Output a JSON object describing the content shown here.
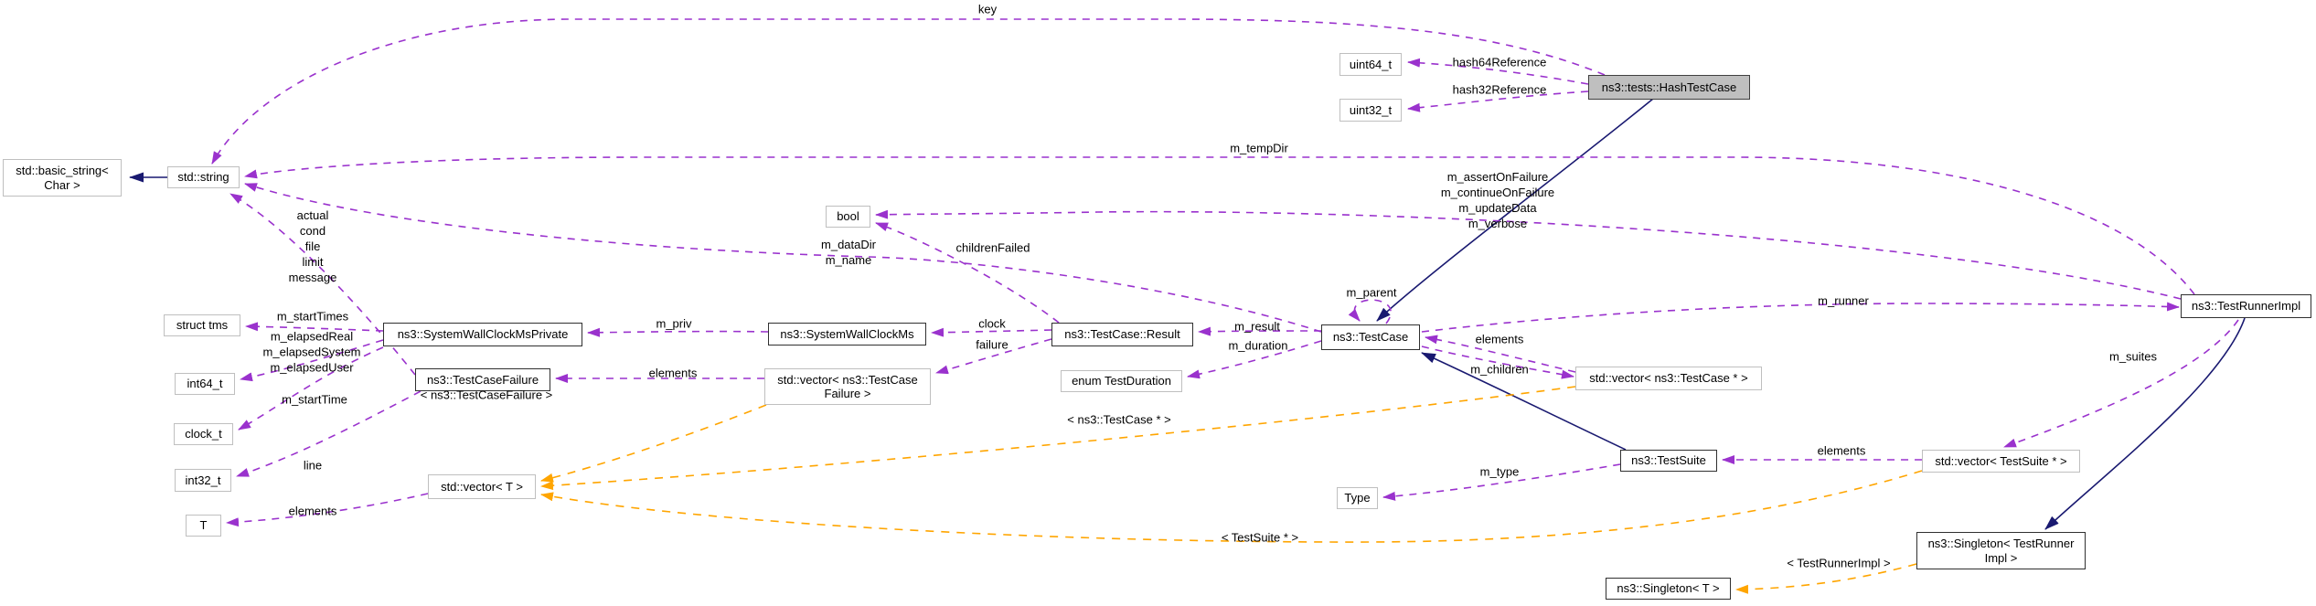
{
  "diagram_type": "doxygen-collaboration-graph",
  "colors": {
    "usage_edge": "#9a32cd",
    "template_edge": "#ffa500",
    "inheritance_edge": "#191970",
    "highlight_node_fill": "#bfbfbf",
    "plain_node_border": "#bfbfbf",
    "documented_node_border": "#303030",
    "text": "#000000",
    "background": "#ffffff"
  },
  "nodes": [
    {
      "id": "std-basic-string",
      "label": "std::basic_string<\nChar >"
    },
    {
      "id": "std-string",
      "label": "std::string"
    },
    {
      "id": "struct-tms",
      "label": "struct tms"
    },
    {
      "id": "system-wall-clock-ms-private",
      "label": "ns3::SystemWallClockMsPrivate"
    },
    {
      "id": "int64-t",
      "label": "int64_t"
    },
    {
      "id": "test-case-failure",
      "label": "ns3::TestCaseFailure"
    },
    {
      "id": "clock-t",
      "label": "clock_t"
    },
    {
      "id": "int32-t",
      "label": "int32_t"
    },
    {
      "id": "t",
      "label": "T"
    },
    {
      "id": "vector-t",
      "label": "std::vector< T >"
    },
    {
      "id": "system-wall-clock-ms",
      "label": "ns3::SystemWallClockMs"
    },
    {
      "id": "vector-test-case-failure",
      "label": "std::vector< ns3::TestCase\nFailure >"
    },
    {
      "id": "bool",
      "label": "bool"
    },
    {
      "id": "test-case-result",
      "label": "ns3::TestCase::Result"
    },
    {
      "id": "enum-test-duration",
      "label": "enum TestDuration"
    },
    {
      "id": "test-case",
      "label": "ns3::TestCase"
    },
    {
      "id": "uint64-t",
      "label": "uint64_t"
    },
    {
      "id": "uint32-t",
      "label": "uint32_t"
    },
    {
      "id": "hash-test-case",
      "label": "ns3::tests::HashTestCase"
    },
    {
      "id": "vector-test-case-ptr",
      "label": "std::vector< ns3::TestCase * >"
    },
    {
      "id": "test-suite",
      "label": "ns3::TestSuite"
    },
    {
      "id": "type",
      "label": "Type"
    },
    {
      "id": "vector-test-suite-ptr",
      "label": "std::vector< TestSuite * >"
    },
    {
      "id": "test-runner-impl",
      "label": "ns3::TestRunnerImpl"
    },
    {
      "id": "singleton-test-runner-impl",
      "label": "ns3::Singleton< TestRunner\nImpl >"
    },
    {
      "id": "singleton-t",
      "label": "ns3::Singleton< T >"
    }
  ],
  "edge_labels": [
    {
      "id": "key",
      "text": "key"
    },
    {
      "id": "hash64-reference",
      "text": "hash64Reference"
    },
    {
      "id": "hash32-reference",
      "text": "hash32Reference"
    },
    {
      "id": "m-temp-dir",
      "text": "m_tempDir"
    },
    {
      "id": "failure-strings",
      "text": "actual\ncond\nfile\nlimit\nmessage"
    },
    {
      "id": "m-start-times",
      "text": "m_startTimes"
    },
    {
      "id": "elapsed",
      "text": "m_elapsedReal\nm_elapsedSystem\nm_elapsedUser"
    },
    {
      "id": "m-priv",
      "text": "m_priv"
    },
    {
      "id": "m-start-time",
      "text": "m_startTime"
    },
    {
      "id": "elements-failure",
      "text": "elements"
    },
    {
      "id": "tmpl-test-case-failure",
      "text": "< ns3::TestCaseFailure >"
    },
    {
      "id": "line",
      "text": "line"
    },
    {
      "id": "elements-t",
      "text": "elements"
    },
    {
      "id": "m-data-dir-m-name",
      "text": "m_dataDir\nm_name"
    },
    {
      "id": "children-failed",
      "text": "childrenFailed"
    },
    {
      "id": "clock",
      "text": "clock"
    },
    {
      "id": "failure",
      "text": "failure"
    },
    {
      "id": "m-result",
      "text": "m_result"
    },
    {
      "id": "m-duration",
      "text": "m_duration"
    },
    {
      "id": "m-parent",
      "text": "m_parent"
    },
    {
      "id": "runner-flags",
      "text": "m_assertOnFailure\nm_continueOnFailure\nm_updateData\nm_verbose"
    },
    {
      "id": "elements-test-case",
      "text": "elements"
    },
    {
      "id": "m-children",
      "text": "m_children"
    },
    {
      "id": "tmpl-test-case-ptr",
      "text": "< ns3::TestCase * >"
    },
    {
      "id": "m-runner",
      "text": "m_runner"
    },
    {
      "id": "m-suites",
      "text": "m_suites"
    },
    {
      "id": "elements-test-suite",
      "text": "elements"
    },
    {
      "id": "m-type",
      "text": "m_type"
    },
    {
      "id": "tmpl-test-suite-ptr",
      "text": "< TestSuite * >"
    },
    {
      "id": "tmpl-test-runner-impl",
      "text": "< TestRunnerImpl >"
    }
  ]
}
